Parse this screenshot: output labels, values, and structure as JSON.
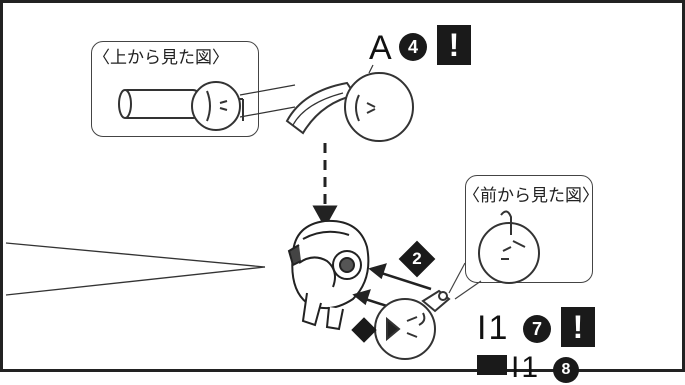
{
  "views": {
    "top_view_label": "〈上から見た図〉",
    "front_view_label": "〈前から見た図〉"
  },
  "parts": {
    "part_a_letter": "A",
    "part_a_number": "4",
    "part_i1_letters": "I1",
    "part_i1_number": "7",
    "part_i1_bottom_letters": "I1",
    "part_i1_bottom_number": "8"
  },
  "steps": {
    "step_2": "2"
  },
  "warning_mark": "!",
  "icons": {
    "warning": "exclamation-icon",
    "step_marker": "step-diamond-icon",
    "arrow": "assembly-arrow-icon"
  },
  "colors": {
    "ink": "#1a1a1a",
    "paper": "#ffffff",
    "line_art": "#333333"
  }
}
